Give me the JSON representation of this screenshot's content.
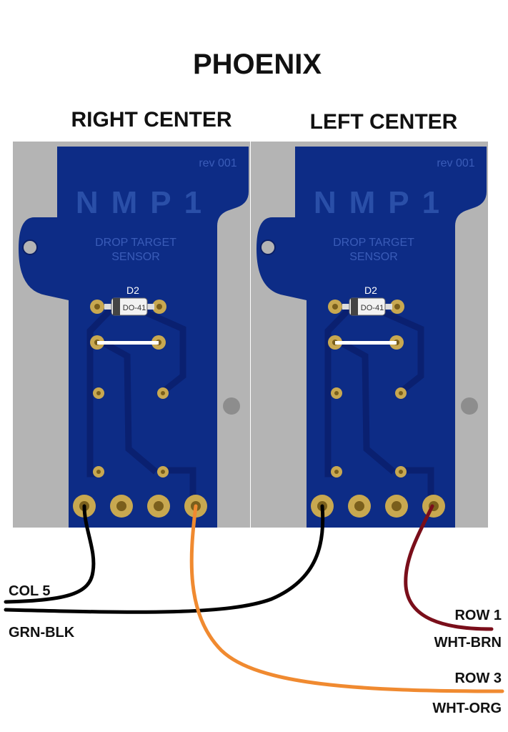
{
  "title": "PHOENIX",
  "boards": [
    {
      "heading": "RIGHT CENTER",
      "rev": "rev 001",
      "logo": "NMP1",
      "caption_line1": "DROP TARGET",
      "caption_line2": "SENSOR",
      "diode_ref": "D2",
      "diode_pkg": "DO-41"
    },
    {
      "heading": "LEFT CENTER",
      "rev": "rev 001",
      "logo": "NMP1",
      "caption_line1": "DROP TARGET",
      "caption_line2": "SENSOR",
      "diode_ref": "D2",
      "diode_pkg": "DO-41"
    }
  ],
  "wires": {
    "col5": {
      "label": "COL 5",
      "color_name": "GRN-BLK",
      "stroke": "#000000"
    },
    "row1": {
      "label": "ROW 1",
      "color_name": "WHT-BRN",
      "stroke": "#7a0e1a"
    },
    "row3": {
      "label": "ROW 3",
      "color_name": "WHT-ORG",
      "stroke": "#f08a30"
    }
  },
  "colors": {
    "pcb_blue": "#0d2c86",
    "plate_gray": "#b4b4b4",
    "pad_gold": "#c8a850"
  }
}
